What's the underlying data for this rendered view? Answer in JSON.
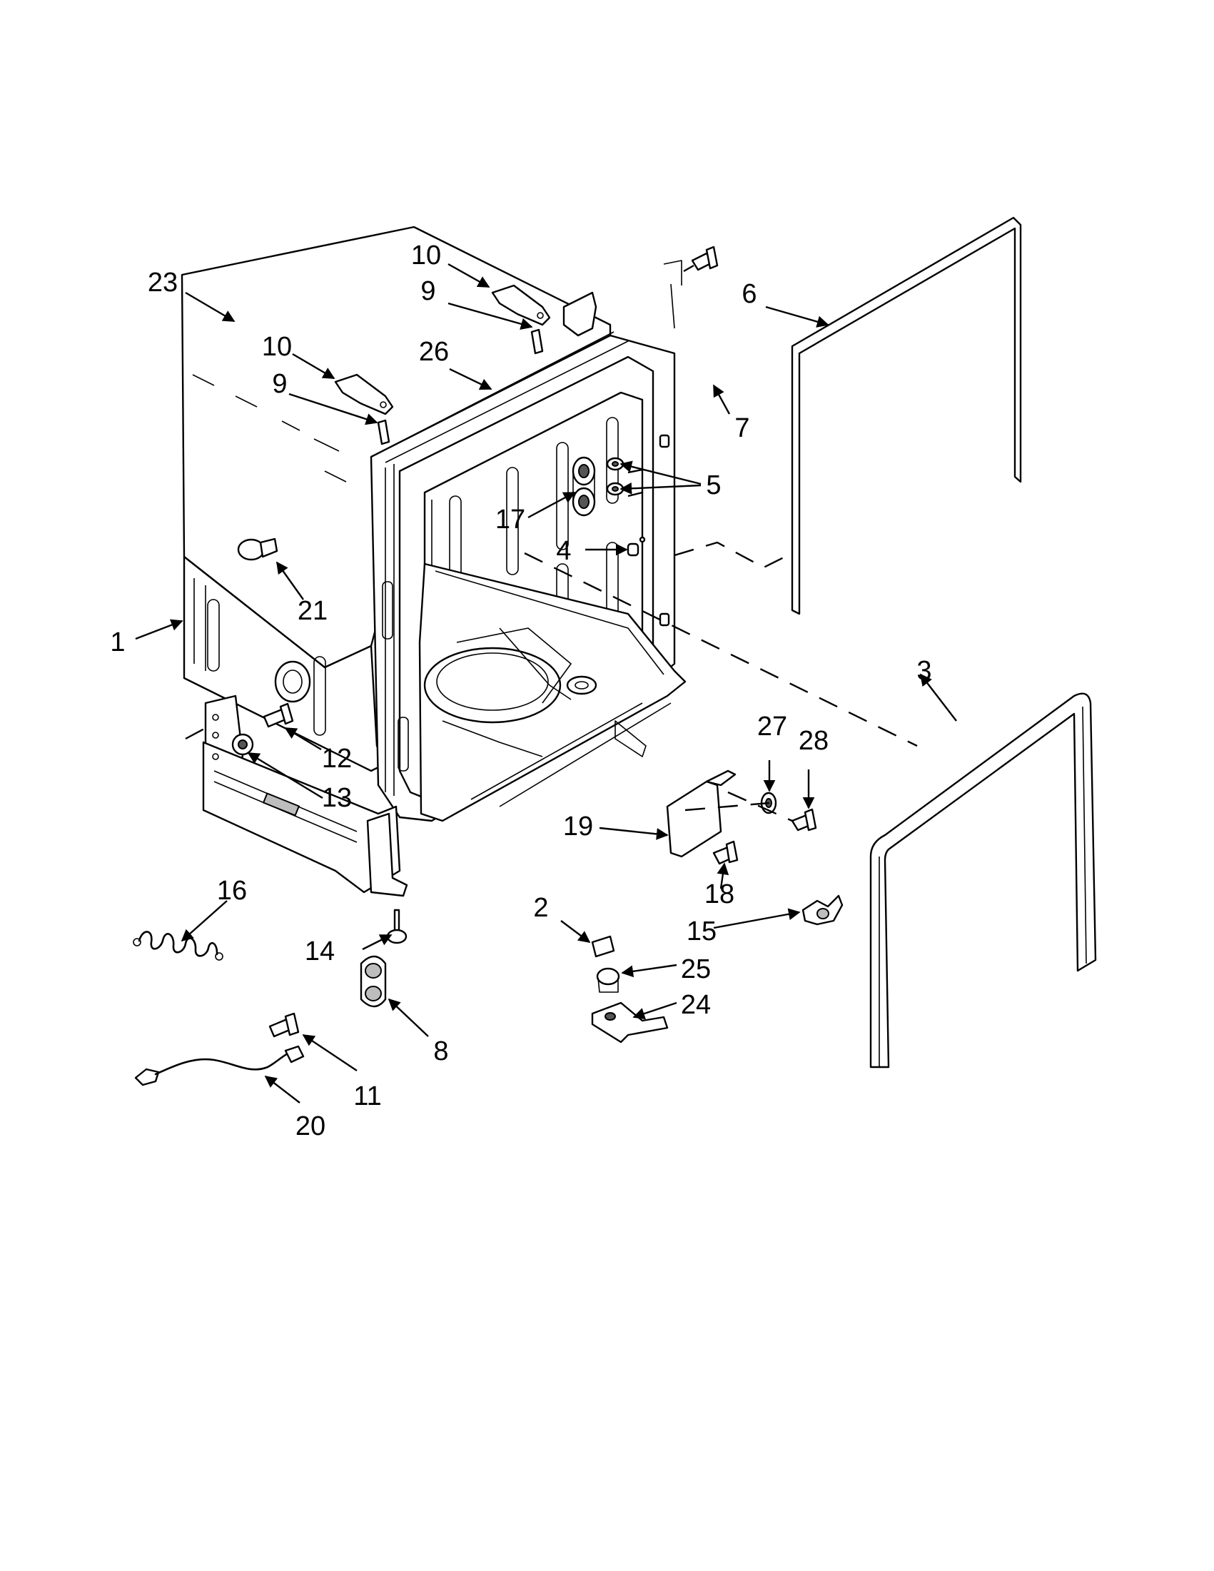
{
  "callouts": [
    {
      "id": "c1",
      "text": "1"
    },
    {
      "id": "c2",
      "text": "2"
    },
    {
      "id": "c3",
      "text": "3"
    },
    {
      "id": "c4",
      "text": "4"
    },
    {
      "id": "c5",
      "text": "5"
    },
    {
      "id": "c6",
      "text": "6"
    },
    {
      "id": "c7",
      "text": "7"
    },
    {
      "id": "c8",
      "text": "8"
    },
    {
      "id": "c9a",
      "text": "9"
    },
    {
      "id": "c9b",
      "text": "9"
    },
    {
      "id": "c10a",
      "text": "10"
    },
    {
      "id": "c10b",
      "text": "10"
    },
    {
      "id": "c11",
      "text": "11"
    },
    {
      "id": "c12",
      "text": "12"
    },
    {
      "id": "c13",
      "text": "13"
    },
    {
      "id": "c14",
      "text": "14"
    },
    {
      "id": "c15",
      "text": "15"
    },
    {
      "id": "c16",
      "text": "16"
    },
    {
      "id": "c17",
      "text": "17"
    },
    {
      "id": "c18",
      "text": "18"
    },
    {
      "id": "c19",
      "text": "19"
    },
    {
      "id": "c20",
      "text": "20"
    },
    {
      "id": "c21",
      "text": "21"
    },
    {
      "id": "c23",
      "text": "23"
    },
    {
      "id": "c24",
      "text": "24"
    },
    {
      "id": "c25",
      "text": "25"
    },
    {
      "id": "c26",
      "text": "26"
    },
    {
      "id": "c27",
      "text": "27"
    },
    {
      "id": "c28",
      "text": "28"
    }
  ]
}
